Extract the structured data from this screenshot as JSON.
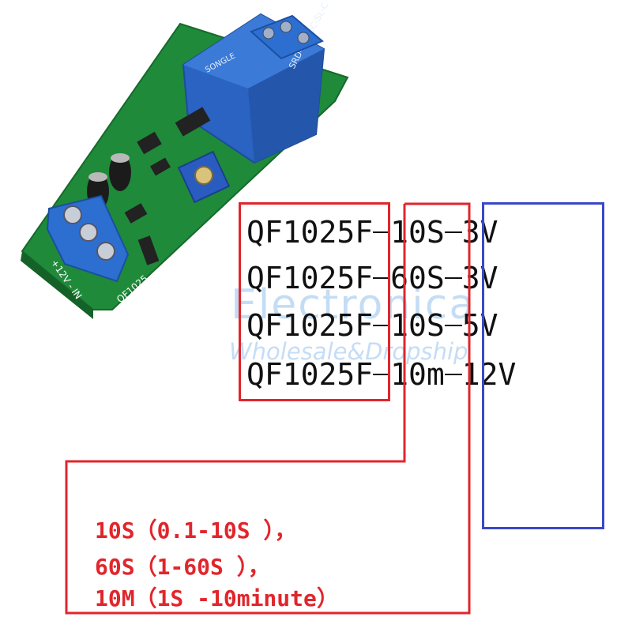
{
  "model_codes": [
    {
      "prefix": "QF1025F",
      "time": "10S",
      "voltage": "3V"
    },
    {
      "prefix": "QF1025F",
      "time": "60S",
      "voltage": "3V"
    },
    {
      "prefix": "QF1025F",
      "time": "10S",
      "voltage": "5V"
    },
    {
      "prefix": "QF1025F",
      "time": "10m",
      "voltage": "12V"
    }
  ],
  "notes": [
    "10S（0.1-10S ），",
    "60S（1-60S ），",
    "10M（1S -10minute）"
  ],
  "watermark": {
    "title": "Electronica",
    "subtitle": "Wholesale&Dropship"
  },
  "board_labels": {
    "relay_text_1": "SRD-12VDC-SL-C",
    "relay_text_2": "SONGLE",
    "terminal_label": "+12V - IN",
    "board_name": "QF1025"
  },
  "colors": {
    "red_box": "#e0262c",
    "blue_box": "#3a48c8",
    "pcb_green": "#1f8a3a",
    "relay_blue": "#2a63c2",
    "terminal_blue": "#2d6fd0"
  }
}
